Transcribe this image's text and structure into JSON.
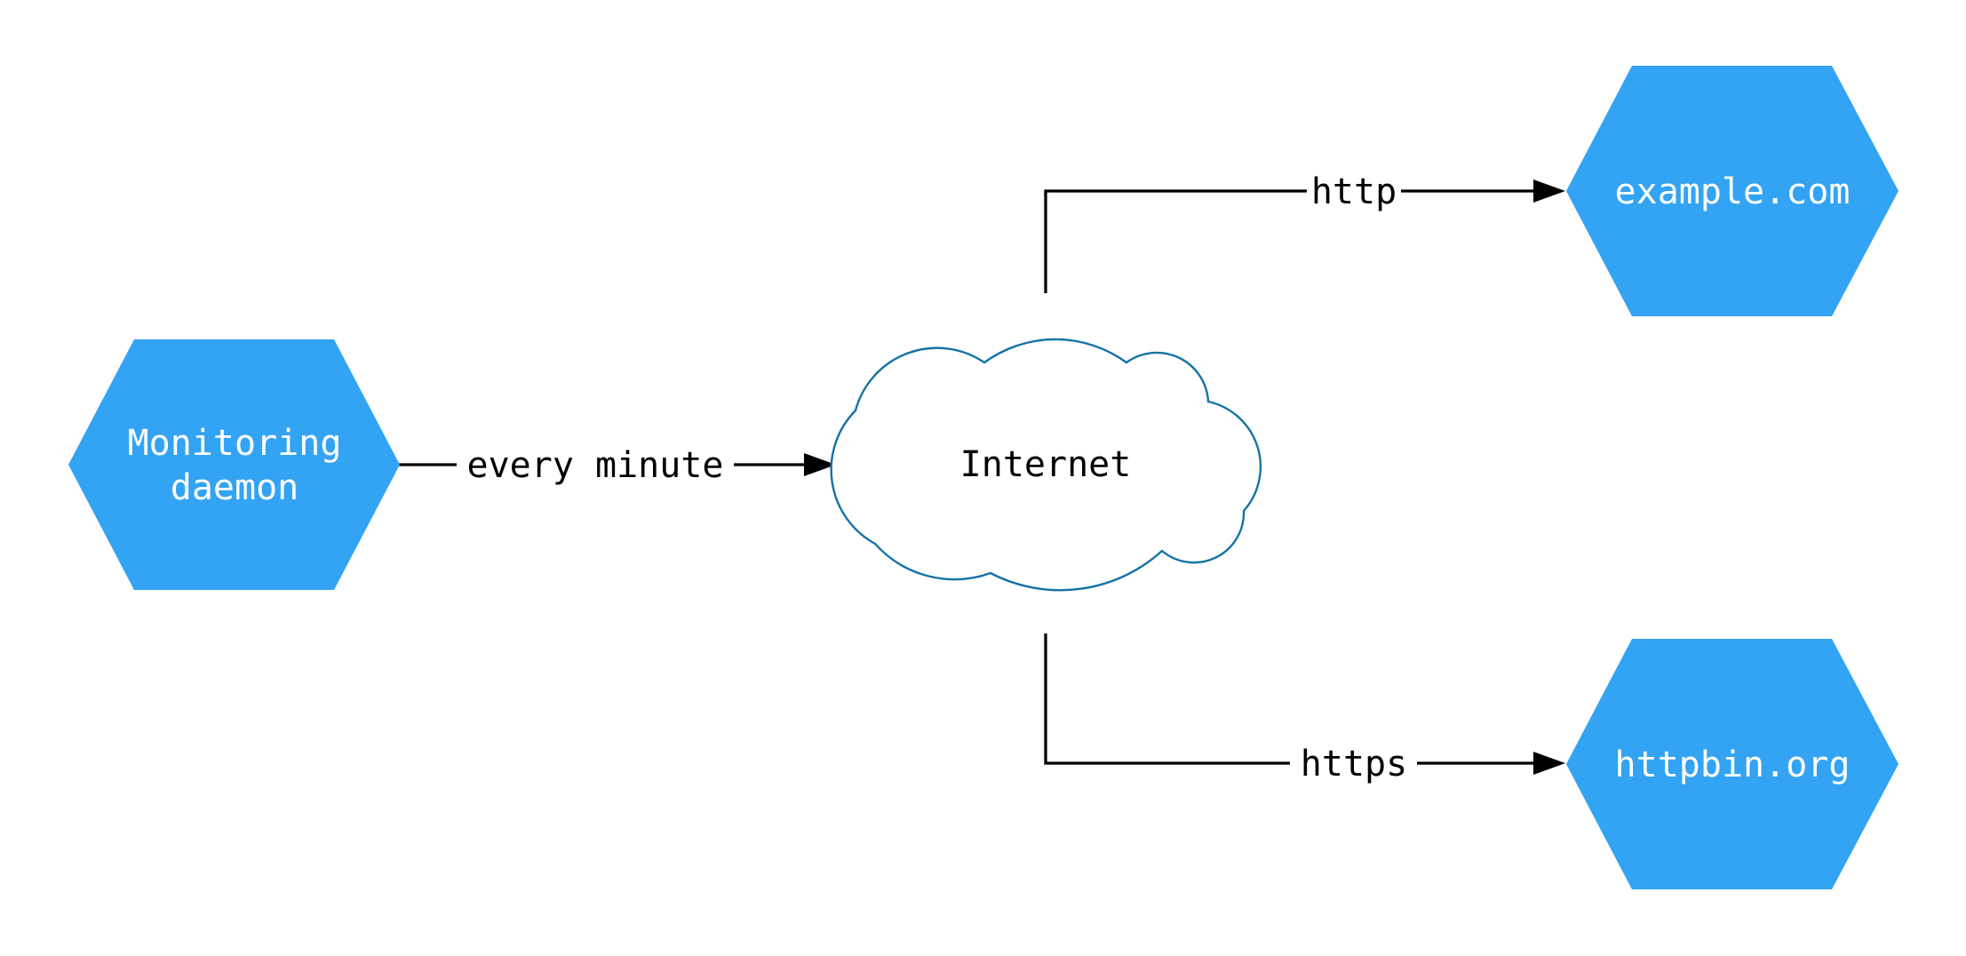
{
  "diagram": {
    "colors": {
      "background": "#ffffff",
      "node_fill": "#33a3f4",
      "node_text": "#ffffff",
      "cloud_fill": "#ffffff",
      "cloud_stroke": "#1572a6",
      "edge_color": "#000000",
      "edge_label_color": "#000000"
    },
    "nodes": {
      "monitoring_daemon": {
        "type": "hexagon",
        "label": "Monitoring daemon",
        "label_lines": [
          "Monitoring",
          "daemon"
        ]
      },
      "internet": {
        "type": "cloud",
        "label": "Internet"
      },
      "example_com": {
        "type": "hexagon",
        "label": "example.com"
      },
      "httpbin_org": {
        "type": "hexagon",
        "label": "httpbin.org"
      }
    },
    "edges": [
      {
        "from": "monitoring_daemon",
        "to": "internet",
        "label": "every minute"
      },
      {
        "from": "internet",
        "to": "example_com",
        "label": "http"
      },
      {
        "from": "internet",
        "to": "httpbin_org",
        "label": "https"
      }
    ]
  }
}
